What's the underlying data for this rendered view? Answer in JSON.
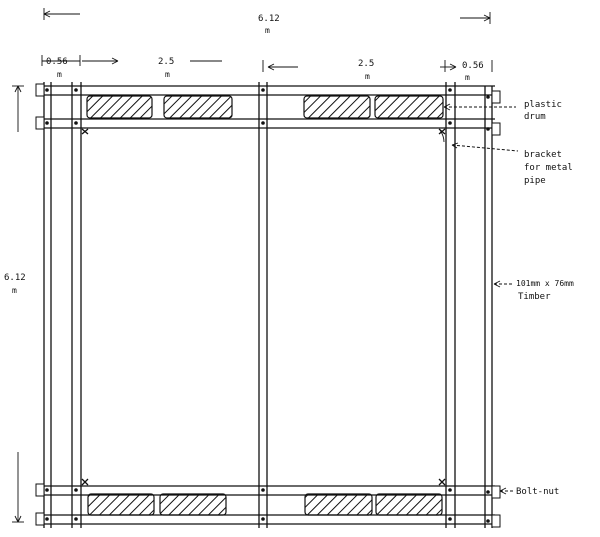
{
  "dimensions": {
    "overall_width": "6.12",
    "overall_width_unit": "m",
    "overall_height": "6.12",
    "overall_height_unit": "m",
    "left_edge": "0.56",
    "left_edge_unit": "m",
    "span_left": "2.5",
    "span_left_unit": "m",
    "span_right": "2.5",
    "span_right_unit": "m",
    "right_edge": "0.56",
    "right_edge_unit": "m"
  },
  "annotations": {
    "drum_line1": "plastic",
    "drum_line2": "drum",
    "bracket_line1": "bracket",
    "bracket_line2": "for metal",
    "bracket_line3": "pipe",
    "timber_line1": "101mm x 76mm",
    "timber_line2": "Timber",
    "boltnut": "Bolt-nut"
  }
}
